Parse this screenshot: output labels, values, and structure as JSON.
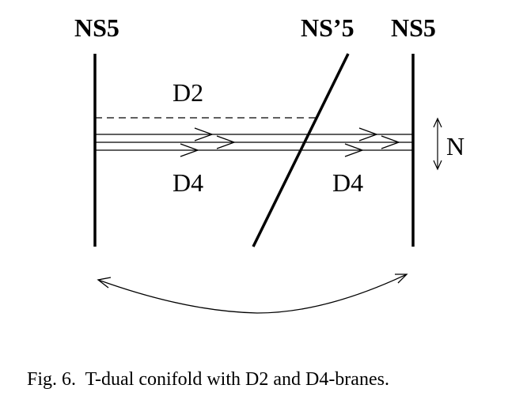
{
  "labels": {
    "ns5_left": "NS5",
    "ns5_prime": "NS’5",
    "ns5_right": "NS5",
    "d2": "D2",
    "d4_left": "D4",
    "d4_right": "D4",
    "n": "N"
  },
  "caption": "Fig. 6.  T-dual conifold with D2 and D4-branes."
}
